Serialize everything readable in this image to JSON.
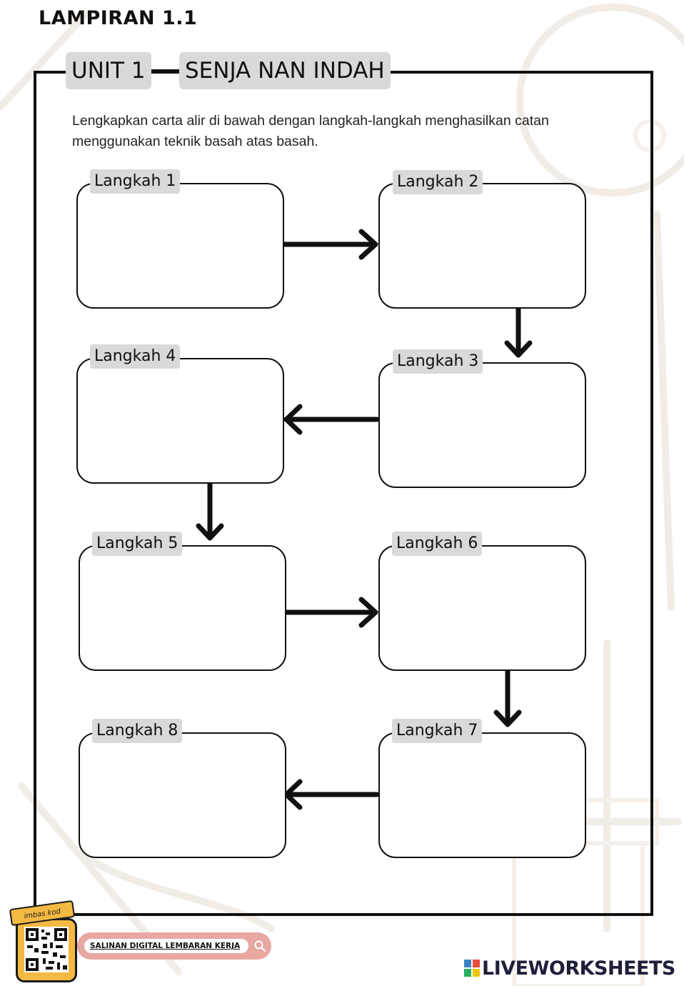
{
  "page_label": "LAMPIRAN 1.1",
  "header": {
    "unit": "UNIT 1",
    "title": "SENJA NAN INDAH"
  },
  "instruction": "Lengkapkan carta alir di bawah dengan langkah-langkah menghasilkan catan menggunakan teknik basah atas basah.",
  "steps": [
    {
      "label": "Langkah 1",
      "answer": ""
    },
    {
      "label": "Langkah 2",
      "answer": ""
    },
    {
      "label": "Langkah 3",
      "answer": ""
    },
    {
      "label": "Langkah 4",
      "answer": ""
    },
    {
      "label": "Langkah 5",
      "answer": ""
    },
    {
      "label": "Langkah 6",
      "answer": ""
    },
    {
      "label": "Langkah 7",
      "answer": ""
    },
    {
      "label": "Langkah 8",
      "answer": ""
    }
  ],
  "footer": {
    "scan_label": "imbas kod",
    "digital_copy": "SALINAN DIGITAL LEMBARAN KERJA",
    "brand": "LIVEWORKSHEETS"
  },
  "colors": {
    "label_bg": "#d9d9d9",
    "border": "#111111",
    "qr_accent": "#f4b942",
    "bar_accent": "#e8a7a1"
  }
}
